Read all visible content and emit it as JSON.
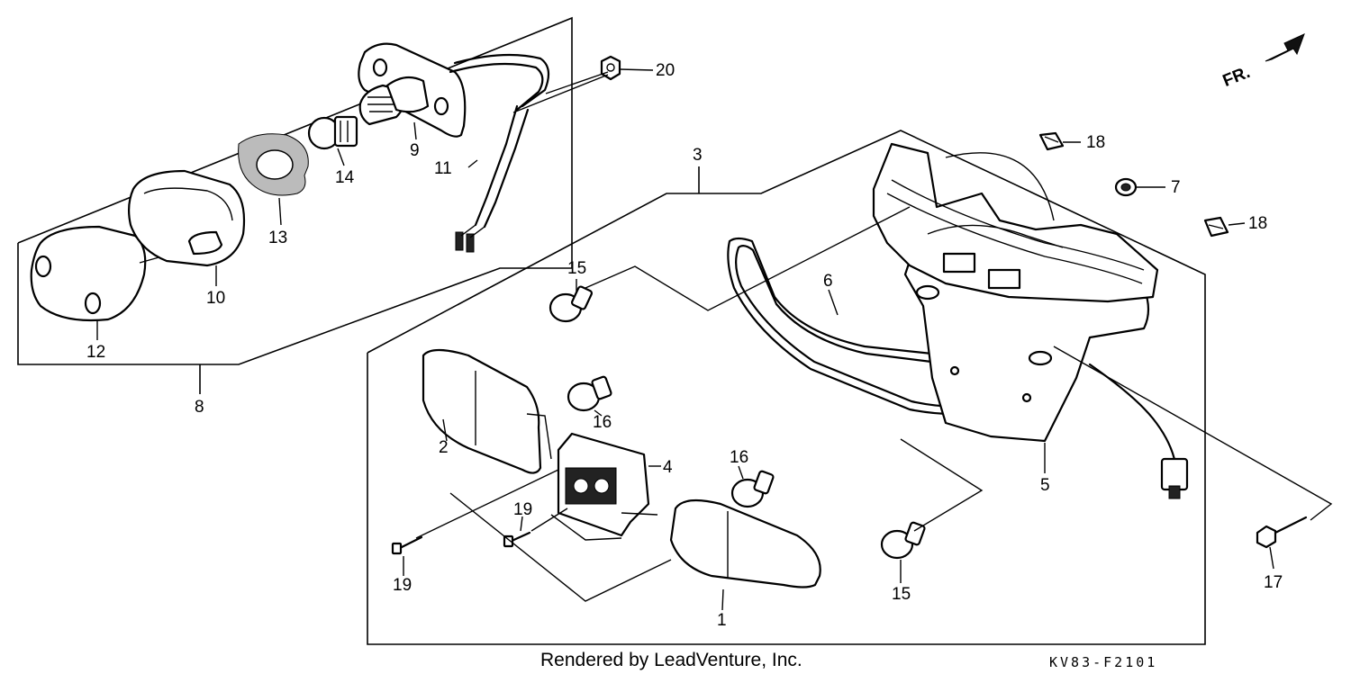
{
  "diagram": {
    "labels": {
      "p1": "1",
      "p2": "2",
      "p3": "3",
      "p4": "4",
      "p5": "5",
      "p6": "6",
      "p7": "7",
      "p8": "8",
      "p9": "9",
      "p10": "10",
      "p11": "11",
      "p12": "12",
      "p13": "13",
      "p14": "14",
      "p15a": "15",
      "p15b": "15",
      "p16a": "16",
      "p16b": "16",
      "p17": "17",
      "p18a": "18",
      "p18b": "18",
      "p19a": "19",
      "p19b": "19",
      "p20": "20"
    },
    "direction_label": "FR.",
    "credit": "Rendered by LeadVenture, Inc.",
    "diagram_code": "KV83-F2101"
  }
}
